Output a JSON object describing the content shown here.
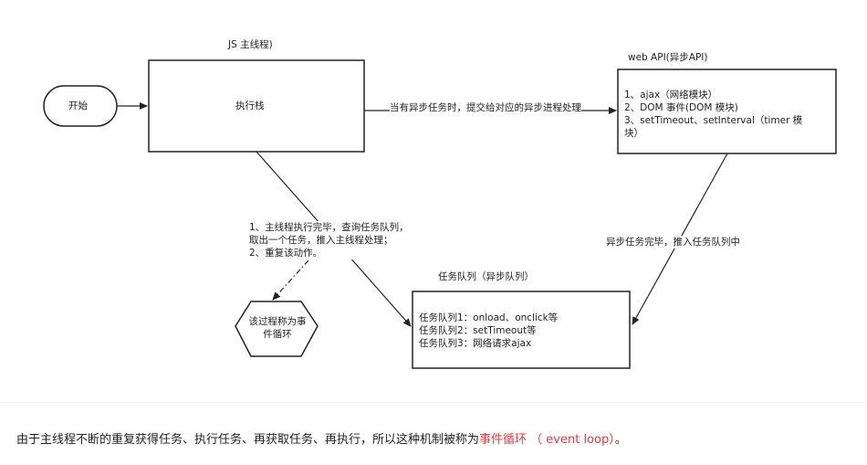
{
  "diagram": {
    "main_thread_title": "JS 主线程)",
    "start_label": "开始",
    "exec_stack_label": "执行栈",
    "async_handoff_label": "当有异步任务时，提交给对应的异步进程处理",
    "web_api_title": "web API(异步API)",
    "web_api_lines": [
      "1、ajax（网络模块）",
      "2、DOM 事件(DOM 模块)",
      "3、setTimeout、setInterval（timer 模",
      "块）"
    ],
    "async_complete_label": "异步任务完毕，推入任务队列中",
    "loop_note_lines": [
      "1、主线程执行完毕，查询任务队列，",
      "取出一个任务，推入主线程处理；",
      "2、重复该动作。"
    ],
    "event_loop_lines": [
      "该过程称为事",
      "件循环"
    ],
    "task_queue_title": "任务队列（异步队列）",
    "task_queue_lines": [
      "任务队列1：onload、onclick等",
      "任务队列2：setTimeout等",
      "任务队列3：网络请求ajax"
    ]
  },
  "caption": {
    "text_before": "由于主线程不断的重复获得任务、执行任务、再获取任务、再执行，所以这种机制被称为",
    "highlight": "事件循环 （ event loop）",
    "text_after": "。",
    "highlight_color": "#e8383d"
  }
}
